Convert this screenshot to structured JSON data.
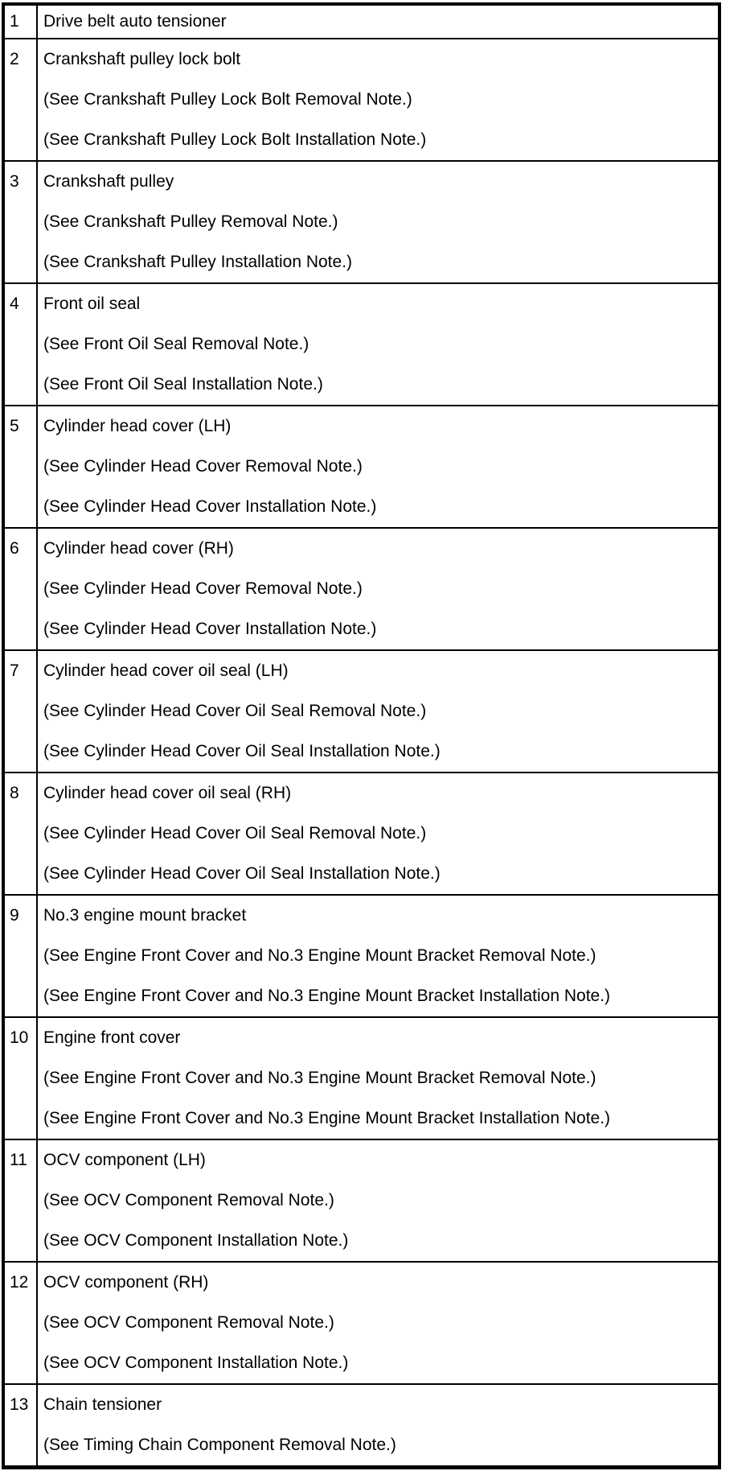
{
  "document": {
    "type": "service-manual-parts-table",
    "colors": {
      "background": "#ffffff",
      "border": "#000000",
      "text": "#000000"
    },
    "table": {
      "columns": [
        "index",
        "description"
      ],
      "rows": [
        {
          "num": "1",
          "name": "Drive belt auto tensioner",
          "notes": []
        },
        {
          "num": "2",
          "name": "Crankshaft pulley lock bolt",
          "notes": [
            "(See Crankshaft Pulley Lock Bolt Removal Note.)",
            "(See Crankshaft Pulley Lock Bolt Installation Note.)"
          ]
        },
        {
          "num": "3",
          "name": "Crankshaft pulley",
          "notes": [
            "(See Crankshaft Pulley Removal Note.)",
            "(See Crankshaft Pulley Installation Note.)"
          ]
        },
        {
          "num": "4",
          "name": "Front oil seal",
          "notes": [
            "(See Front Oil Seal Removal Note.)",
            "(See Front Oil Seal Installation Note.)"
          ]
        },
        {
          "num": "5",
          "name": "Cylinder head cover (LH)",
          "notes": [
            "(See Cylinder Head Cover Removal Note.)",
            "(See Cylinder Head Cover Installation Note.)"
          ]
        },
        {
          "num": "6",
          "name": "Cylinder head cover (RH)",
          "notes": [
            "(See Cylinder Head Cover Removal Note.)",
            "(See Cylinder Head Cover Installation Note.)"
          ]
        },
        {
          "num": "7",
          "name": "Cylinder head cover oil seal (LH)",
          "notes": [
            "(See Cylinder Head Cover Oil Seal Removal Note.)",
            "(See Cylinder Head Cover Oil Seal Installation Note.)"
          ]
        },
        {
          "num": "8",
          "name": "Cylinder head cover oil seal (RH)",
          "notes": [
            "(See Cylinder Head Cover Oil Seal Removal Note.)",
            "(See Cylinder Head Cover Oil Seal Installation Note.)"
          ]
        },
        {
          "num": "9",
          "name": "No.3 engine mount bracket",
          "notes": [
            "(See Engine Front Cover and No.3 Engine Mount Bracket Removal Note.)",
            "(See Engine Front Cover and No.3 Engine Mount Bracket Installation Note.)"
          ]
        },
        {
          "num": "10",
          "name": "Engine front cover",
          "notes": [
            "(See Engine Front Cover and No.3 Engine Mount Bracket Removal Note.)",
            "(See Engine Front Cover and No.3 Engine Mount Bracket Installation Note.)"
          ]
        },
        {
          "num": "11",
          "name": "OCV component (LH)",
          "notes": [
            "(See OCV Component Removal Note.)",
            "(See OCV Component Installation Note.)"
          ]
        },
        {
          "num": "12",
          "name": "OCV component (RH)",
          "notes": [
            "(See OCV Component Removal Note.)",
            "(See OCV Component Installation Note.)"
          ]
        },
        {
          "num": "13",
          "name": "Chain tensioner",
          "notes": [
            "(See Timing Chain Component Removal Note.)"
          ]
        }
      ]
    }
  }
}
